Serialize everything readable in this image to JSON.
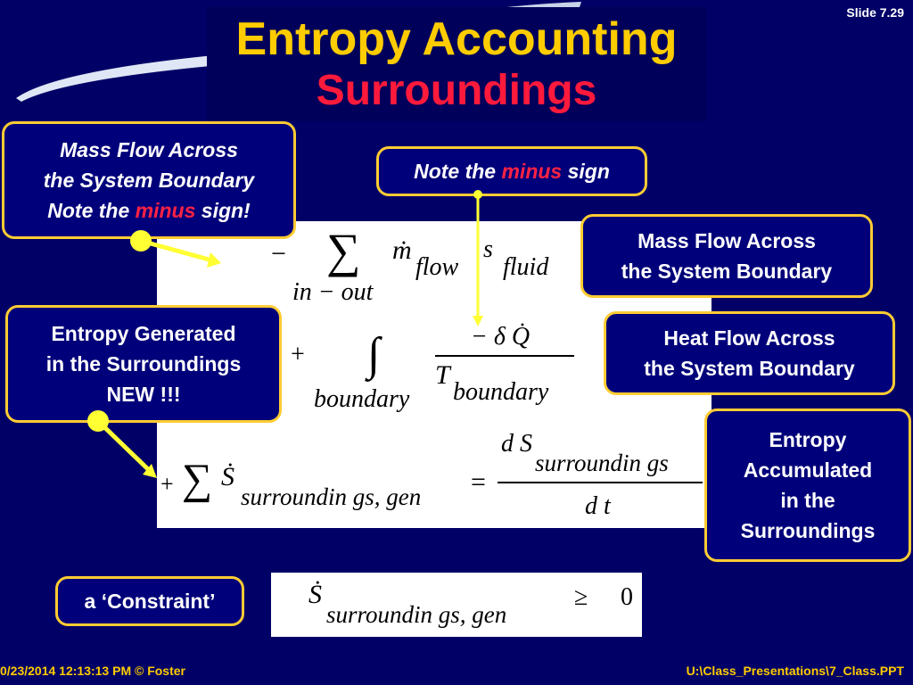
{
  "slide_number": "Slide 7.29",
  "title": {
    "line1": "Entropy Accounting",
    "line2": "Surroundings"
  },
  "callouts": {
    "mass_flow_left": {
      "line1": "Mass Flow Across",
      "line2": "the System Boundary",
      "line3_pre": "Note the ",
      "line3_red": "minus",
      "line3_post": " sign!"
    },
    "note_minus": {
      "pre": "Note the ",
      "red": "minus",
      "post": " sign"
    },
    "mass_flow_right": {
      "line1": "Mass Flow Across",
      "line2": "the System Boundary"
    },
    "heat_flow": {
      "line1": "Heat Flow Across",
      "line2": "the System Boundary"
    },
    "entropy_generated": {
      "line1": "Entropy Generated",
      "line2": "in the Surroundings",
      "line3": "NEW !!!"
    },
    "entropy_accumulated": {
      "line1": "Entropy",
      "line2": "Accumulated",
      "line3": "in the",
      "line4": "Surroundings"
    },
    "constraint": {
      "label": "a ‘Constraint’"
    }
  },
  "equation": {
    "minus": "−",
    "sum": "∑",
    "in_out": "in − out",
    "mdot": "ṁ",
    "flow": "flow",
    "s": "s",
    "fluid": "fluid",
    "plus": "+",
    "integral": "∫",
    "boundary_lower": "boundary",
    "neg_delta_q": "− δ Q̇",
    "T": "T",
    "T_sub": "boundary",
    "plus_sum": "+",
    "sum2": "∑",
    "sdot": "Ṡ",
    "sgen_sub": "surroundin gs, gen",
    "equals": "=",
    "dS": "d S",
    "dS_sub": "surroundin gs",
    "dt": "d t"
  },
  "constraint_eq": {
    "sdot": "Ṡ",
    "sub": "surroundin gs, gen",
    "geq": "≥",
    "zero": "0"
  },
  "footer": {
    "left": "0/23/2014 12:13:13 PM   © Foster",
    "right": "U:\\Class_Presentations\\7_Class.PPT"
  },
  "colors": {
    "background": "#000066",
    "title_yellow": "#ffcc00",
    "title_red": "#ff1a3c",
    "callout_border": "#ffcc33",
    "arrow_yellow": "#ffff33"
  }
}
